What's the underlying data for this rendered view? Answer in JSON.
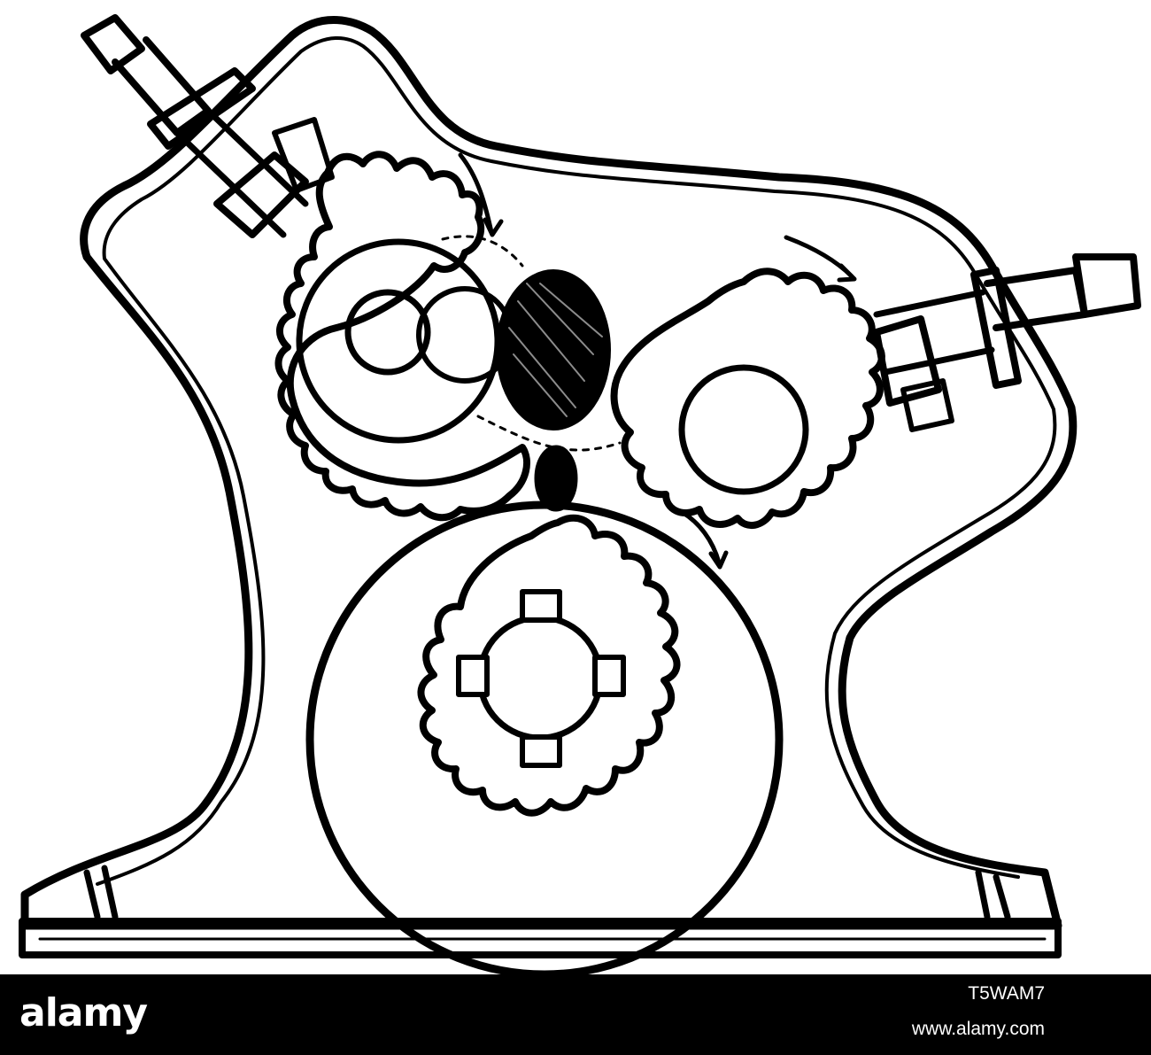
{
  "footer": {
    "brand": "alamy",
    "image_code": "T5WAM7",
    "site": "www.alamy.com"
  },
  "colors": {
    "ink": "#000000",
    "paper": "#ffffff"
  },
  "illustration": {
    "subject": "engraving of a gear train mechanism in a housing",
    "icon": "gear-mechanism-engraving"
  }
}
